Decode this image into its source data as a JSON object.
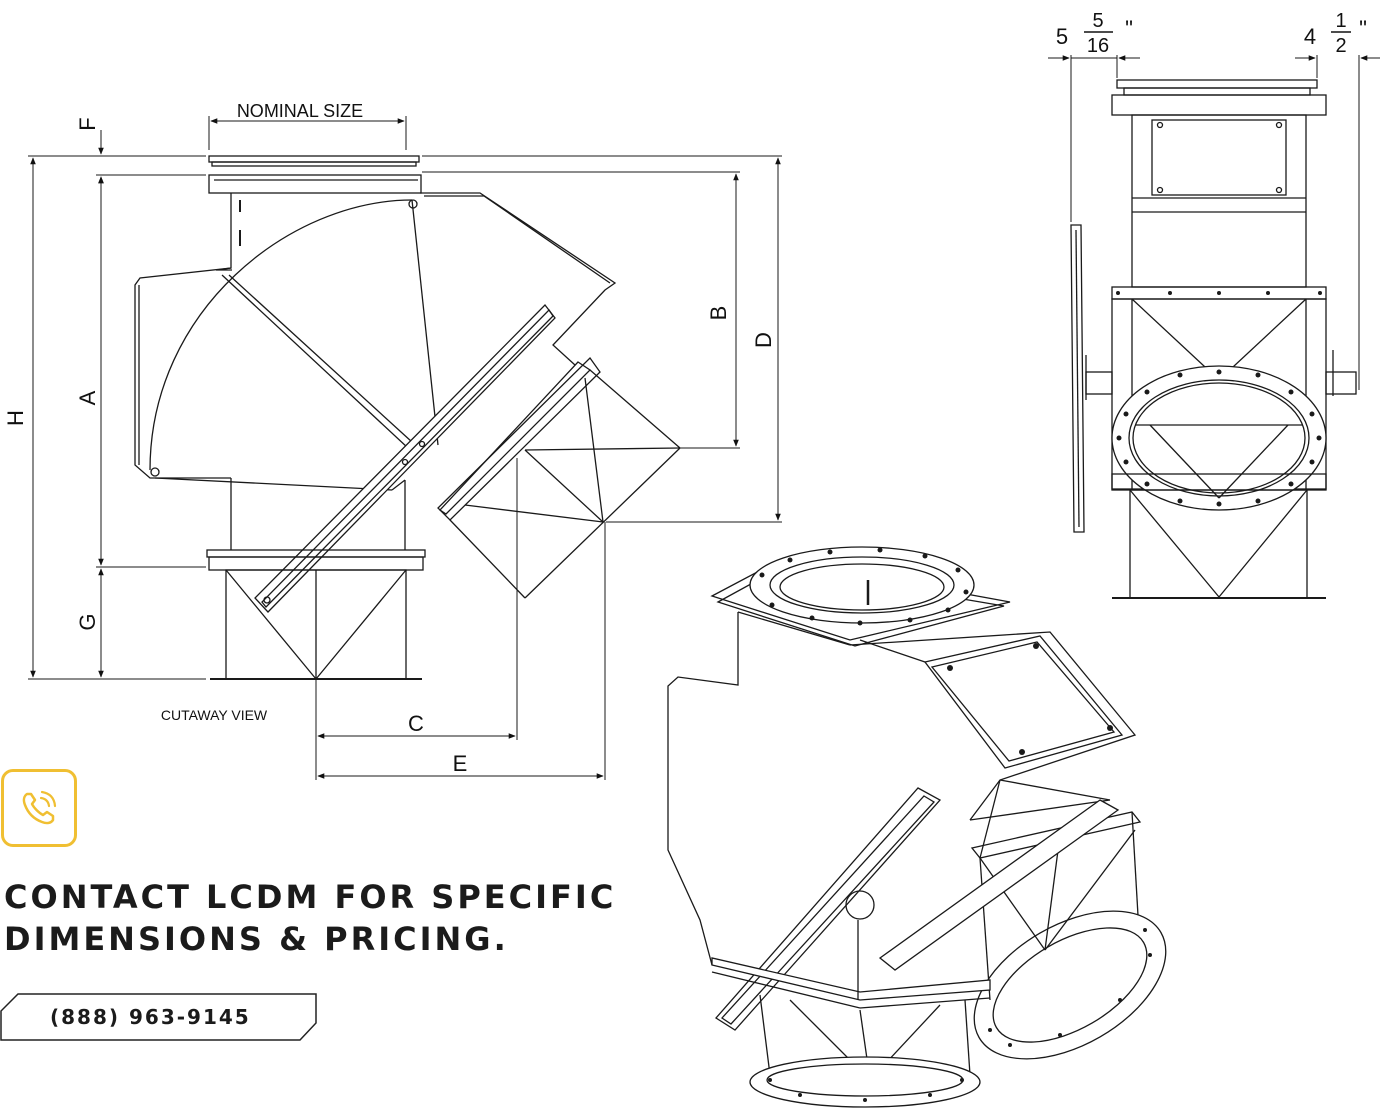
{
  "labels": {
    "nominal_size": "NOMINAL SIZE",
    "cutaway_view": "CUTAWAY VIEW",
    "dim_a": "A",
    "dim_b": "B",
    "dim_c": "C",
    "dim_d": "D",
    "dim_e": "E",
    "dim_f": "F",
    "dim_g": "G",
    "dim_h": "H"
  },
  "side_view": {
    "left_dim_whole": "5",
    "left_dim_numerator": "5",
    "left_dim_denominator": "16",
    "left_dim_unit": "\"",
    "right_dim_whole": "4",
    "right_dim_numerator": "1",
    "right_dim_denominator": "2",
    "right_dim_unit": "\""
  },
  "contact": {
    "line1": "CONTACT LCDM FOR SPECIFIC",
    "line2": "DIMENSIONS & PRICING.",
    "phone": "(888) 963-9145",
    "icon": "phone-ringing-icon"
  },
  "colors": {
    "accent": "#f0bf32",
    "line": "#1a1a1a"
  }
}
